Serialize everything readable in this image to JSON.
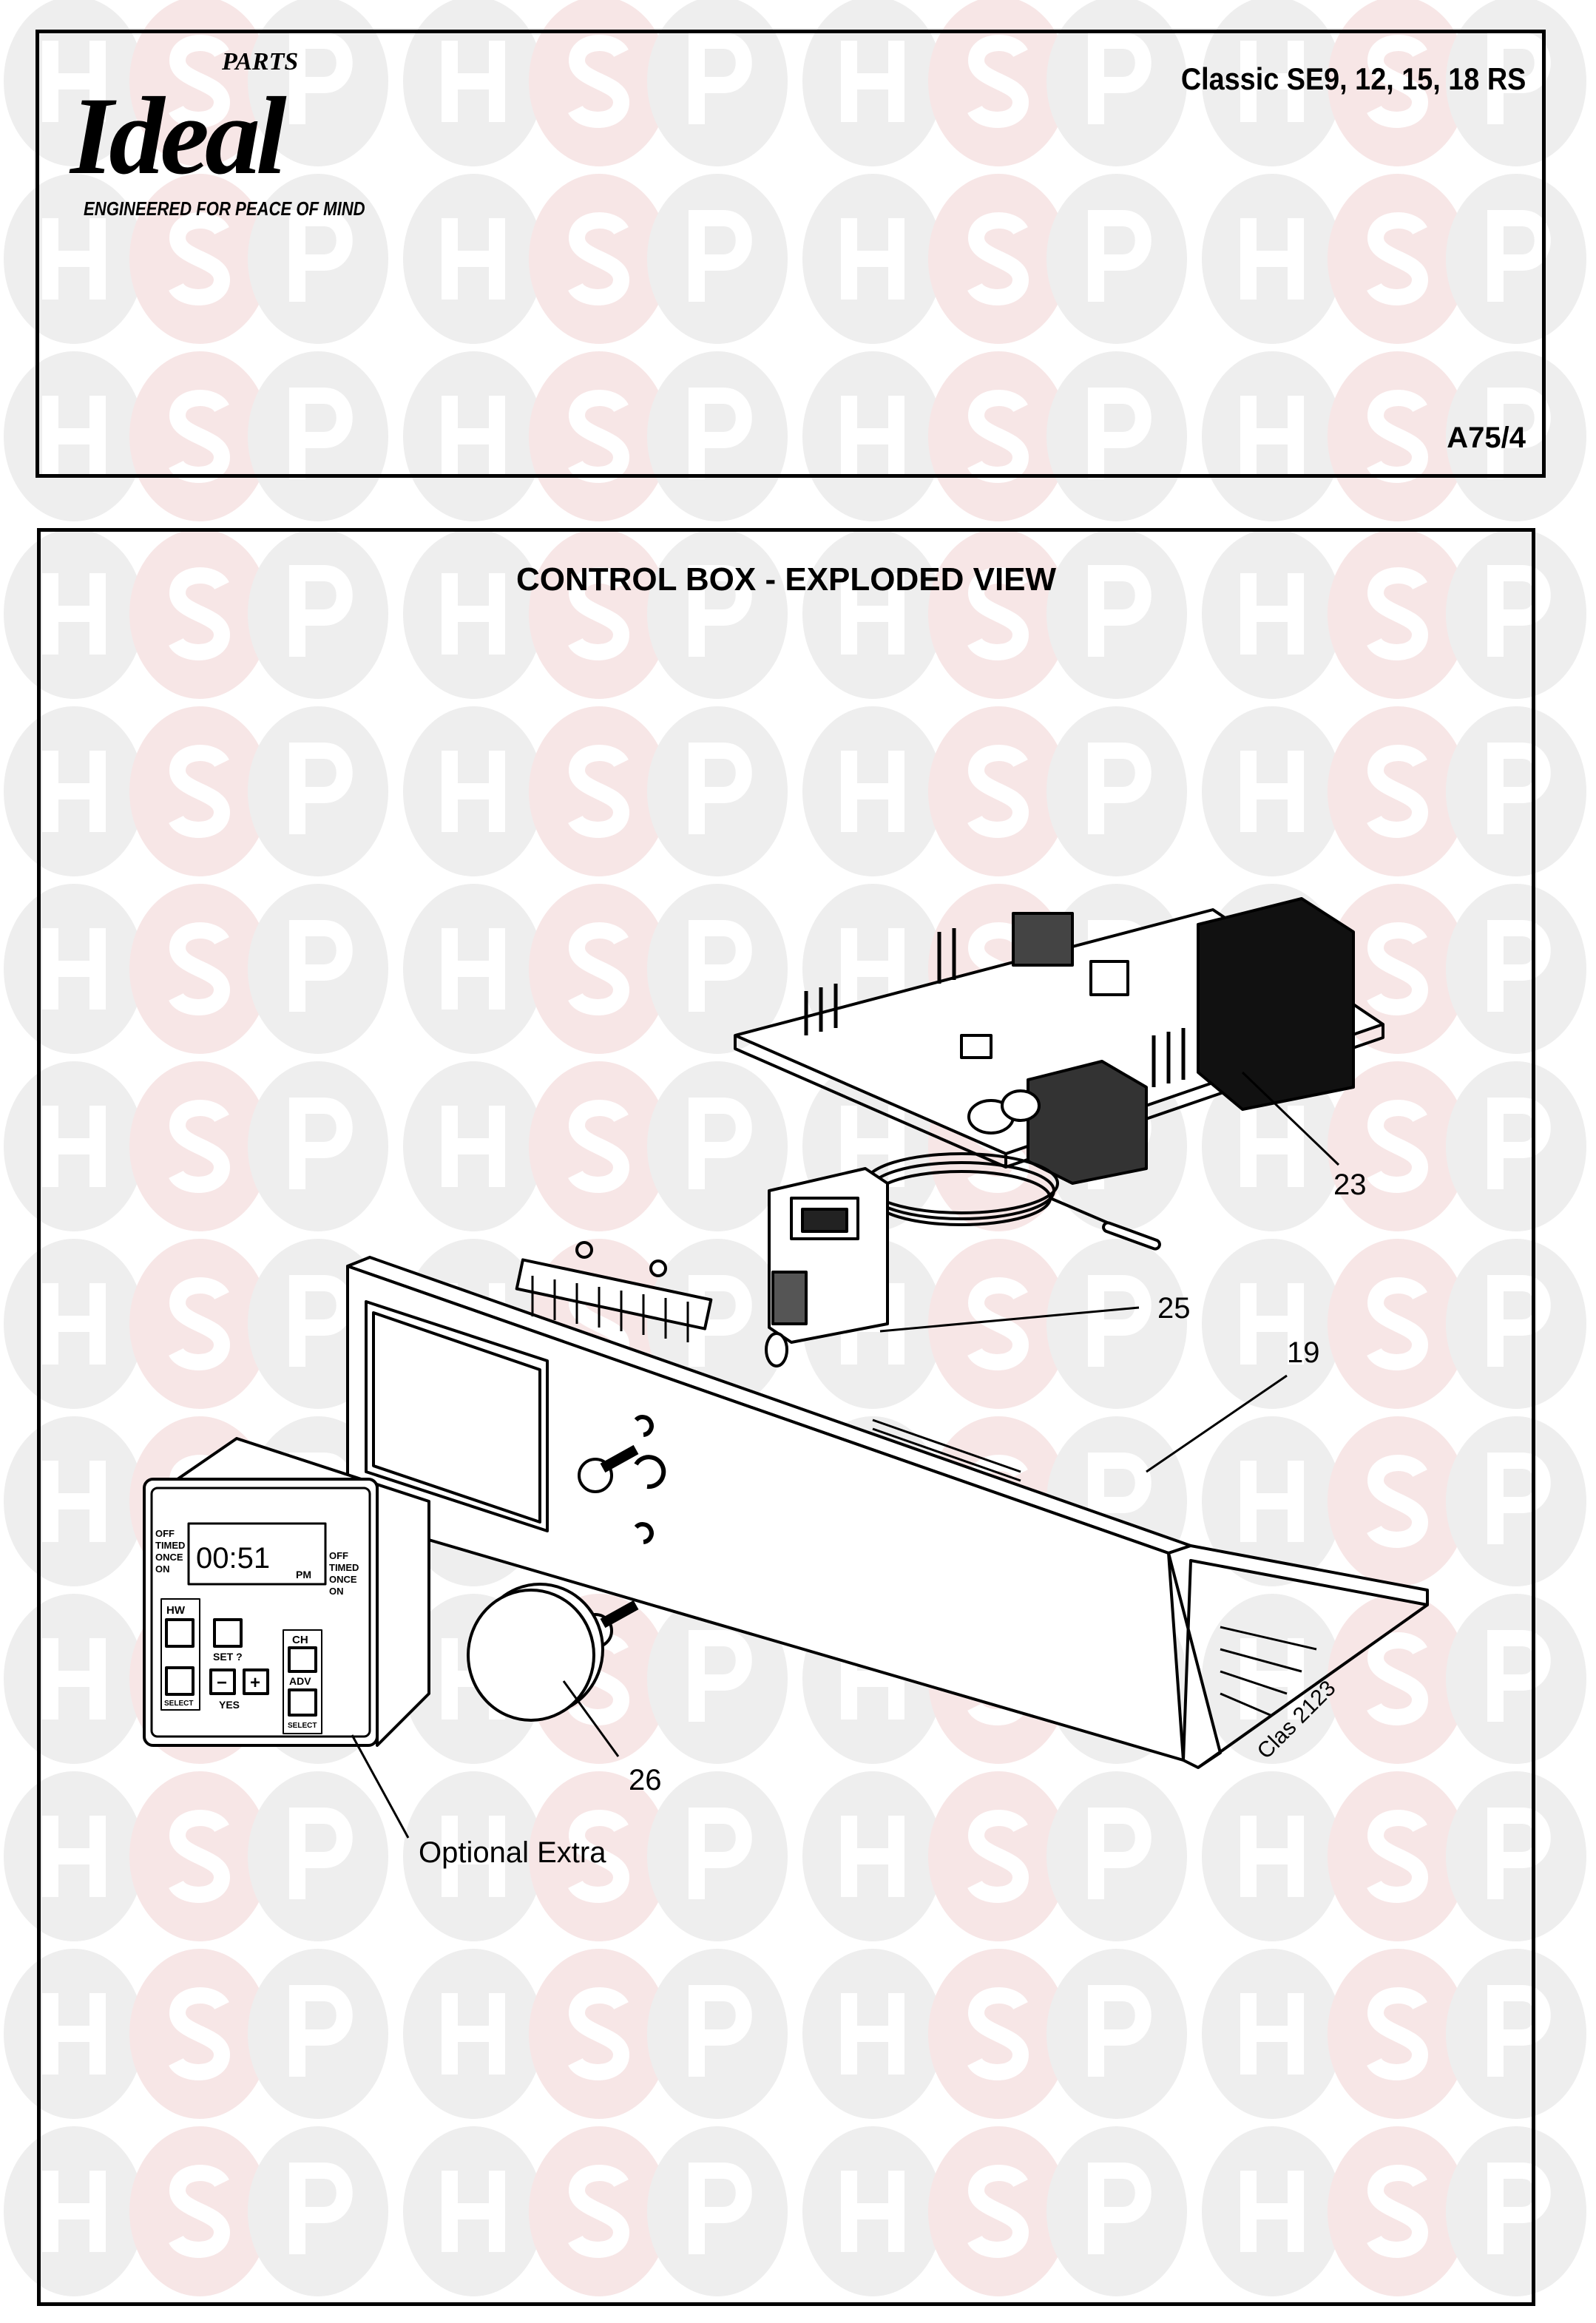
{
  "watermark": {
    "letters": [
      "H",
      "S",
      "P"
    ],
    "gray": "#eeeeee",
    "pink": "#f7e6e6"
  },
  "header": {
    "logo_brand": "Ideal",
    "logo_parts": "PARTS",
    "logo_tagline": "ENGINEERED FOR PEACE OF MIND",
    "model": "Classic SE9, 12, 15, 18 RS",
    "reference": "A75/4"
  },
  "diagram": {
    "title": "CONTROL BOX - EXPLODED VIEW",
    "callouts": {
      "pcb": "23",
      "thermostat": "25",
      "chassis": "19",
      "knob": "26"
    },
    "optional_label": "Optional Extra",
    "drawing_ref": "Clas 2123",
    "timer": {
      "mode_left": [
        "OFF",
        "TIMED",
        "ONCE",
        "ON"
      ],
      "mode_right": [
        "OFF",
        "TIMED",
        "ONCE",
        "ON"
      ],
      "time": "00:51",
      "ampm": "PM",
      "hw": "HW",
      "ch": "CH",
      "set": "SET ?",
      "adv": "ADV",
      "select_left": "SELECT",
      "select_right": "SELECT",
      "yes": "YES",
      "minus": "−",
      "plus": "+"
    }
  }
}
